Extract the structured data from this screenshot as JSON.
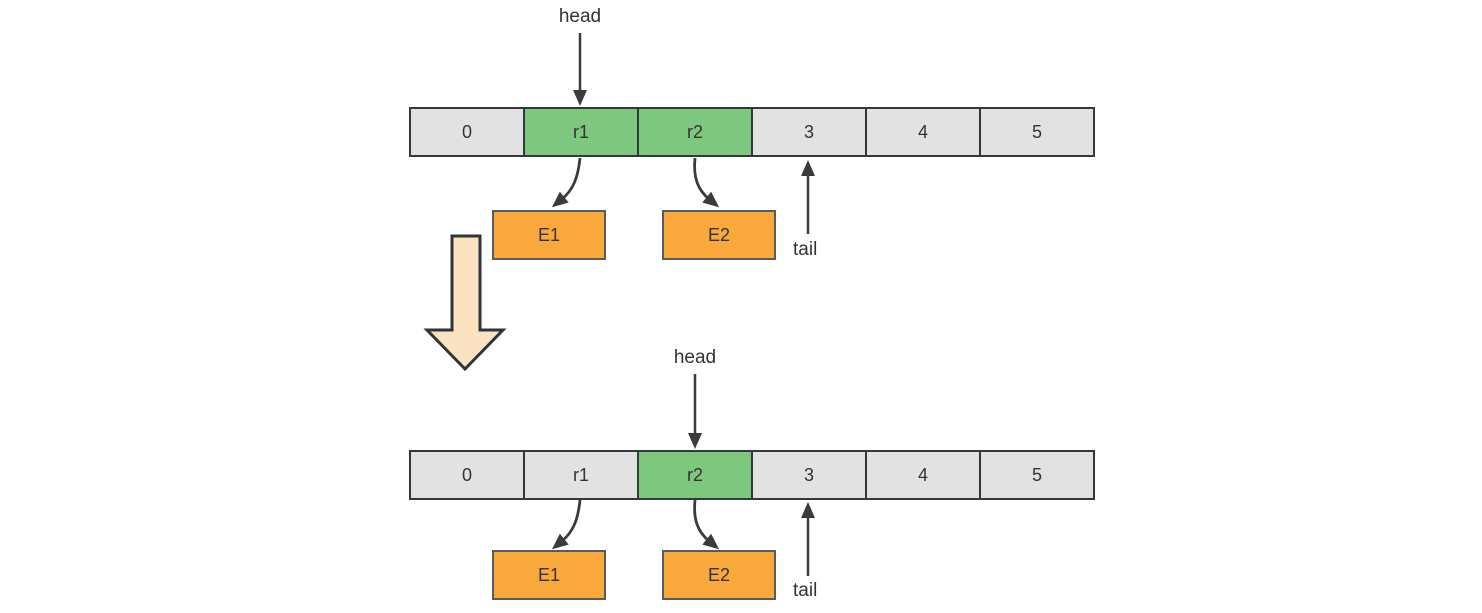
{
  "diagram_type": "queue-array-dequeue-transition",
  "colors": {
    "background": "#ffffff",
    "cell_fill": "#e2e2e2",
    "highlight_fill": "#7ec77f",
    "element_fill": "#f9a83c",
    "transition_arrow_fill": "#fbe3c1",
    "stroke": "#3b3b3b",
    "text": "#333333"
  },
  "top_state": {
    "head_label": "head",
    "tail_label": "tail",
    "cells": [
      "0",
      "r1",
      "r2",
      "3",
      "4",
      "5"
    ],
    "highlighted_cells": [
      "r1",
      "r2"
    ],
    "element_boxes": [
      "E1",
      "E2"
    ]
  },
  "bottom_state": {
    "head_label": "head",
    "tail_label": "tail",
    "cells": [
      "0",
      "r1",
      "r2",
      "3",
      "4",
      "5"
    ],
    "highlighted_cells": [
      "r2"
    ],
    "element_boxes": [
      "E1",
      "E2"
    ]
  }
}
